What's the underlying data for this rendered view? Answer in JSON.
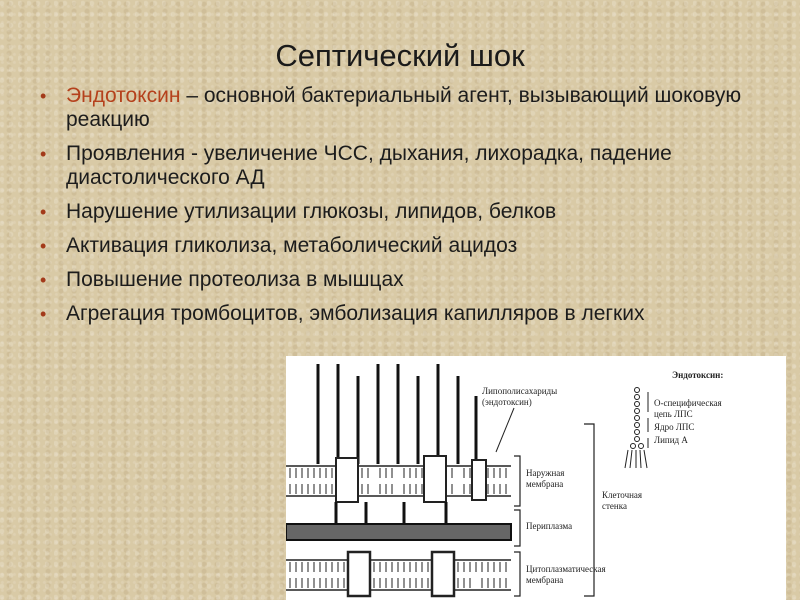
{
  "slide": {
    "title": "Септический шок",
    "bullets": [
      {
        "highlight": "Эндотоксин",
        "text": " – основной бактериальный агент, вызывающий шоковую реакцию"
      },
      {
        "highlight": "",
        "text": "Проявления  - увеличение ЧСС, дыхания, лихорадка, падение диастолического АД"
      },
      {
        "highlight": "",
        "text": "Нарушение утилизации глюкозы, липидов, белков"
      },
      {
        "highlight": "",
        "text": "Активация гликолиза, метаболический ацидоз"
      },
      {
        "highlight": "",
        "text": "Повышение протеолиза в мышцах"
      },
      {
        "highlight": "",
        "text": "Агрегация тромбоцитов, эмболизация капилляров в легких"
      }
    ],
    "colors": {
      "accent": "#b5411c",
      "background": "#d9caa6"
    }
  },
  "diagram": {
    "lps_label_1": "Липополисахариды",
    "lps_label_2": "(эндотоксин)",
    "outer_membrane_1": "Наружная",
    "outer_membrane_2": "мембрана",
    "periplasm": "Периплазма",
    "cytoplasm_1": "Цитоплазматическая",
    "cytoplasm_2": "мембрана",
    "cell_wall_1": "Клеточная",
    "cell_wall_2": "стенка",
    "legend_title": "Эндотоксин:",
    "legend_o_1": "О-специфическая",
    "legend_o_2": "цепь  ЛПС",
    "legend_core": "Ядро  ЛПС",
    "legend_lipid": "Липид А"
  }
}
